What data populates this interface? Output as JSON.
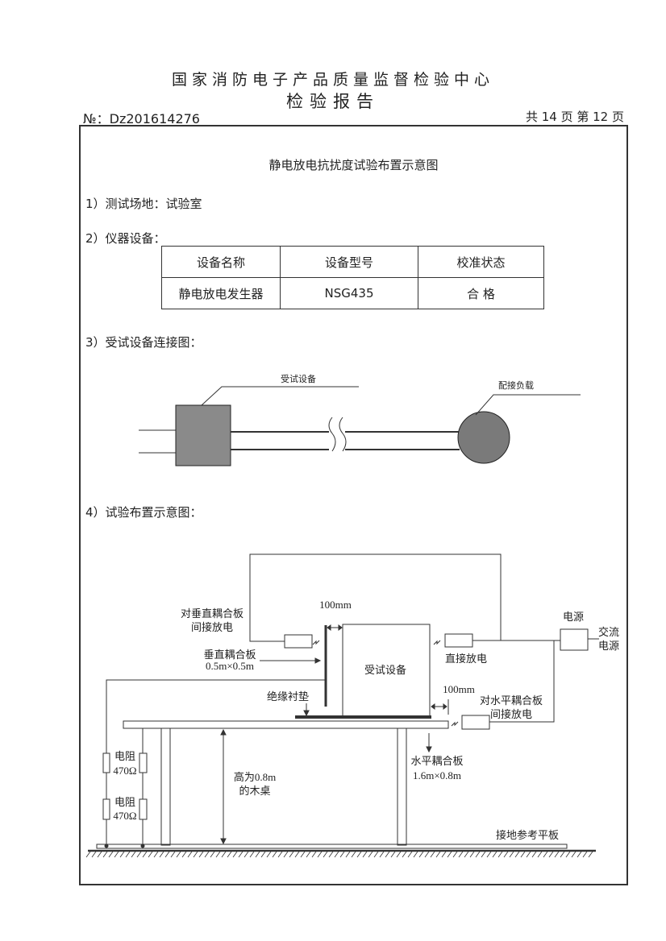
{
  "header": {
    "organization": "国家消防电子产品质量监督检验中心",
    "report_title": "检验报告",
    "doc_no": "№：Dz201614276",
    "pages": "共 14 页   第 12 页"
  },
  "frame_title": "静电放电抗扰度试验布置示意图",
  "sections": {
    "s1": "1）测试场地：试验室",
    "s2": "2）仪器设备：",
    "s3": "3）受试设备连接图：",
    "s4": "4）试验布置示意图："
  },
  "equipment_table": {
    "headers": [
      "设备名称",
      "设备型号",
      "校准状态"
    ],
    "rows": [
      [
        "静电放电发生器",
        "NSG435",
        "合 格"
      ]
    ]
  },
  "connection_diagram": {
    "eut_label": "受试设备",
    "load_label": "配接负载"
  },
  "layout_diagram": {
    "dist_top": "100mm",
    "indirect_vertical_1": "对垂直耦合板",
    "indirect_vertical_2": "间接放电",
    "vertical_plate_1": "垂直耦合板",
    "vertical_plate_2": "0.5m×0.5m",
    "eut": "受试设备",
    "direct_discharge": "直接放电",
    "power": "电源",
    "ac_power_1": "交流",
    "ac_power_2": "电源",
    "dist_right": "100mm",
    "indirect_horizontal_1": "对水平耦合板",
    "indirect_horizontal_2": "间接放电",
    "insulation_pad": "绝缘衬垫",
    "resistor_label": "电阻",
    "resistor_value": "470Ω",
    "table_height_1": "高为0.8m",
    "table_height_2": "的木桌",
    "horizontal_plate_1": "水平耦合板",
    "horizontal_plate_2": "1.6m×0.8m",
    "ground_plane": "接地参考平板"
  }
}
